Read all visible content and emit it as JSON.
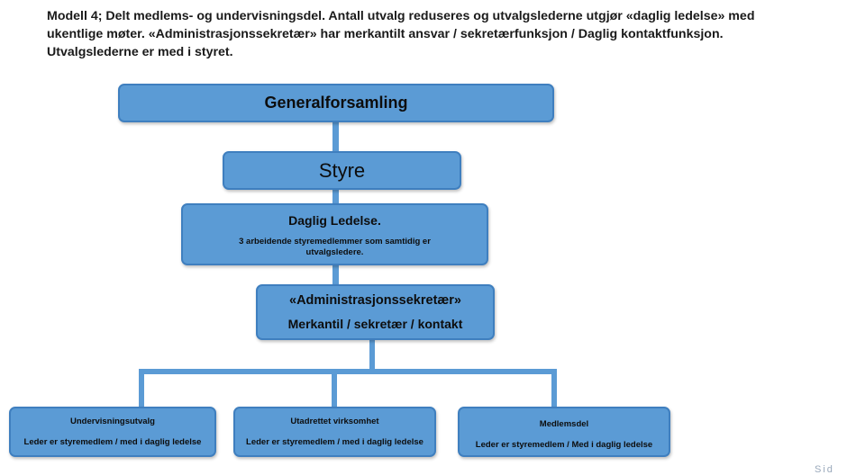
{
  "intro": {
    "line1": "Modell 4; Delt medlems- og undervisningsdel. Antall utvalg reduseres og utvalgslederne utgjør «daglig ledelse» med",
    "line2": "ukentlige møter. «Administrasjonssekretær» har merkantilt ansvar / sekretærfunksjon / Daglig kontaktfunksjon.",
    "line3": "Utvalgslederne er med i styret."
  },
  "boxes": {
    "generalforsamling": {
      "title": "Generalforsamling"
    },
    "styre": {
      "title": "Styre"
    },
    "daglig_ledelse": {
      "title": "Daglig Ledelse.",
      "subtitle": "3 arbeidende styremedlemmer som samtidig er utvalgsledere."
    },
    "admin": {
      "title": "«Administrasjonssekretær»",
      "subtitle": "Merkantil / sekretær / kontakt"
    },
    "undervisning": {
      "title": "Undervisningsutvalg",
      "subtitle": "Leder er styremedlem / med i daglig ledelse"
    },
    "utadrettet": {
      "title": "Utadrettet virksomhet",
      "subtitle": "Leder er styremedlem / med i daglig ledelse"
    },
    "medlemsdel": {
      "title": "Medlemsdel",
      "subtitle": "Leder er styremedlem / Med i daglig ledelse"
    }
  },
  "corner_text": "Sid",
  "colors": {
    "box_fill": "#5b9bd5",
    "box_border": "#3f7fbf",
    "connector": "#5b9bd5"
  }
}
